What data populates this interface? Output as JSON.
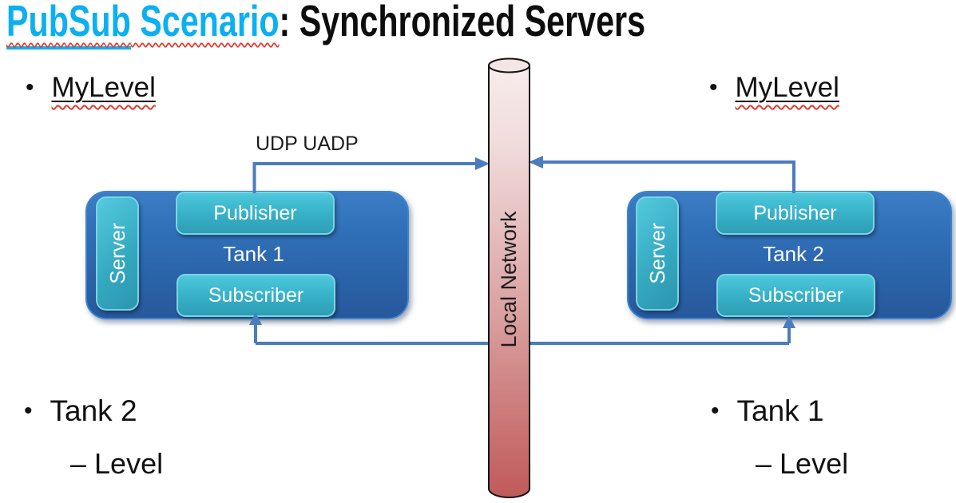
{
  "title": {
    "word1": "PubSub",
    "word2": " Scenario",
    "rest": ": Synchronized Servers"
  },
  "bullets": {
    "marker": "•",
    "top_left": "MyLevel",
    "top_right": "MyLevel",
    "bottom_left": {
      "text": "Tank 2",
      "sub": "– Level"
    },
    "bottom_right": {
      "text": "Tank 1",
      "sub": "– Level"
    }
  },
  "connections": {
    "udp_label": "UDP UADP"
  },
  "servers": {
    "left": {
      "tab": "Server",
      "publisher": "Publisher",
      "tank": "Tank 1",
      "subscriber": "Subscriber"
    },
    "right": {
      "tab": "Server",
      "publisher": "Publisher",
      "tank": "Tank 2",
      "subscriber": "Subscriber"
    }
  },
  "network": {
    "label": "Local Network"
  },
  "colors": {
    "title_highlight": "#0CB0F0",
    "squiggle_red": "#E03C31",
    "arrow_blue": "#4B7CBD",
    "server_box_blue": "#2F6BB0",
    "chip_teal": "#39B4CB",
    "cylinder_top": "#F5E6E6",
    "cylinder_bottom": "#C05A5A"
  }
}
